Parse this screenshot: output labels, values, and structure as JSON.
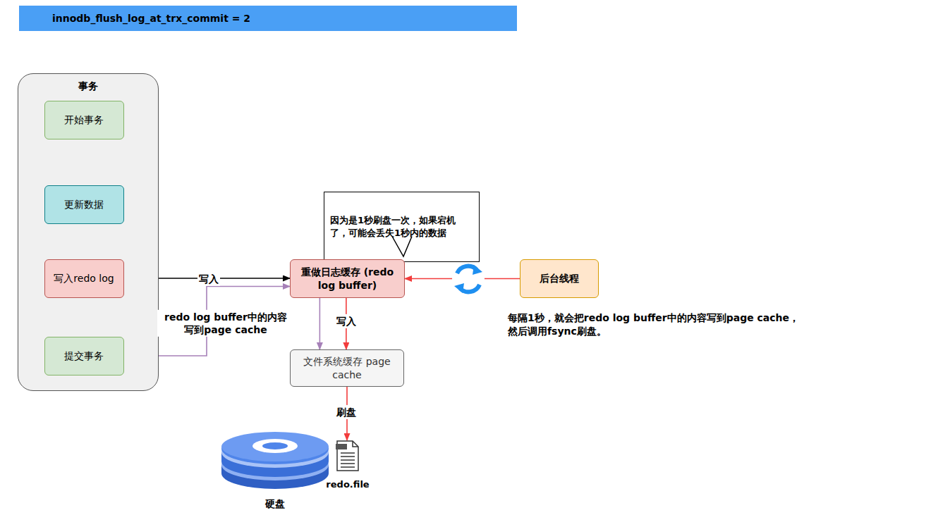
{
  "diagram": {
    "title": "innodb_flush_log_at_trx_commit = 2",
    "nodes": [
      {
        "text": [
          "事务"
        ]
      },
      {
        "text": [
          "开始事务"
        ],
        "in": 0
      },
      {
        "text": [
          "更新数据"
        ],
        "in": 0
      },
      {
        "text": [
          "写入redo log"
        ],
        "in": 0
      },
      {
        "text": [
          "提交事务"
        ],
        "in": 0
      },
      {
        "text": [
          "因为是1秒刷盘一次，如果宕机了，可能会丢失1秒内的数据"
        ]
      },
      {
        "text": [
          "重做日志缓存 (redo log buffer)"
        ]
      },
      {
        "text": [
          "后台线程"
        ]
      },
      {
        "text": [
          "文件系统缓存 page cache"
        ]
      },
      {
        "text": [
          "redo.file"
        ]
      }
    ],
    "edges": [
      {
        "from": 1,
        "to": 2,
        "arrow": "to"
      },
      {
        "from": 2,
        "to": 3,
        "arrow": "to"
      },
      {
        "from": 3,
        "to": 4,
        "arrow": "to"
      },
      {
        "from": 3,
        "to": 6,
        "label": "写入",
        "arrow": "to"
      },
      {
        "from": 4,
        "to": 6,
        "label": "redo log buffer中的内容 写到page cache",
        "arrow": "to"
      },
      {
        "from": 6,
        "to": 8,
        "arrow": "to"
      },
      {
        "from": 6,
        "to": 8,
        "label": "写入",
        "arrow": "to"
      },
      {
        "from": 7,
        "to": 6,
        "arrow": "to"
      },
      {
        "from": 8,
        "to": 9,
        "label": "刷盘",
        "arrow": "to"
      }
    ],
    "labels": [
      "每隔1秒，就会把redo log buffer中的内容写到page cache， 然后调用fsync刷盘。",
      "硬盘"
    ]
  }
}
